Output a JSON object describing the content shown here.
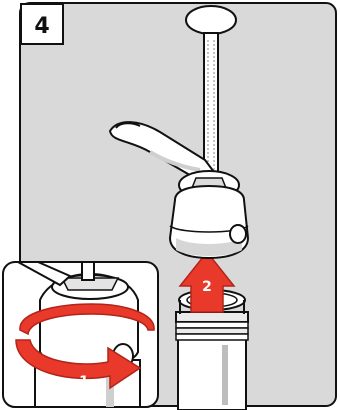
{
  "panel": {
    "step_number": "4",
    "arrow_up_label": "2",
    "rotate_label": "1"
  },
  "colors": {
    "panel_bg": "#d9d9d9",
    "inset_bg": "#ffffff",
    "arrow_red": "#e8392a",
    "arrow_red_dark": "#b2241a",
    "outline": "#111111",
    "shade": "#cfcfcf"
  },
  "icons": [
    "pump-dispenser-icon",
    "bottle-icon",
    "rotate-arrow-icon",
    "up-arrow-icon"
  ]
}
